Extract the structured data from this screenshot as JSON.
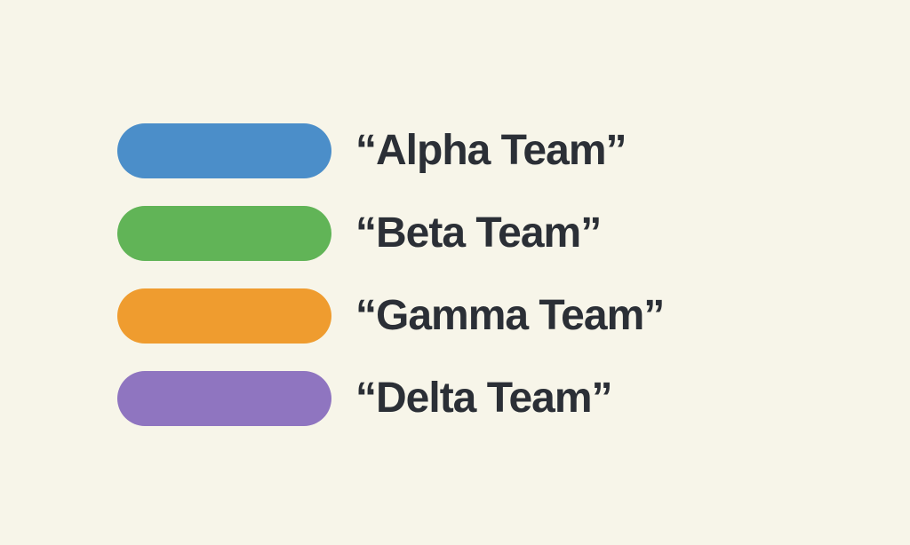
{
  "page": {
    "background_color": "#f7f5e9",
    "text_color": "#2b2f36"
  },
  "legend": {
    "items": [
      {
        "id": "alpha",
        "label": "“Alpha Team”",
        "color": "#4b8ec9"
      },
      {
        "id": "beta",
        "label": "“Beta Team”",
        "color": "#61b457"
      },
      {
        "id": "gamma",
        "label": "“Gamma Team”",
        "color": "#ef9c2f"
      },
      {
        "id": "delta",
        "label": "“Delta Team”",
        "color": "#8f75c0"
      }
    ]
  }
}
